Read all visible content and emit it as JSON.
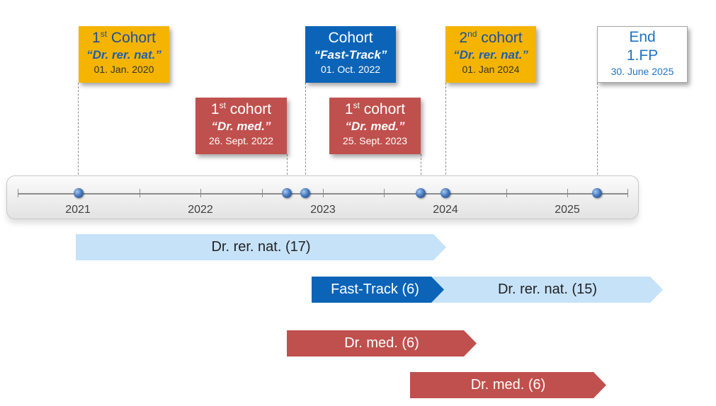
{
  "cards": [
    {
      "line1": "1",
      "sup": "st",
      "line1_rest": " Cohort",
      "line2": "“Dr. rer. nat.”",
      "line3": "01. Jan.  2020"
    },
    {
      "line1": "Cohort",
      "line2": "“Fast-Track”",
      "line3": "01. Oct. 2022"
    },
    {
      "line1": "2",
      "sup": "nd",
      "line1_rest": " cohort",
      "line2": "“Dr. rer. nat.”",
      "line3": "01. Jan 2024"
    },
    {
      "line1": "End",
      "line2": "1.FP",
      "line3": "30. June 2025"
    },
    {
      "line1": "1",
      "sup": "st",
      "line1_rest": " cohort",
      "line2": "“Dr. med.”",
      "line3": "26. Sept. 2022"
    },
    {
      "line1": "1",
      "sup": "st",
      "line1_rest": " cohort",
      "line2": "“Dr. med.”",
      "line3": "25. Sept. 2023"
    }
  ],
  "timeline": {
    "years": [
      "2021",
      "2022",
      "2023",
      "2024",
      "2025"
    ]
  },
  "bars": [
    {
      "label": "Dr. rer. nat. (17)"
    },
    {
      "label": "Fast-Track (6)"
    },
    {
      "label": "Dr. rer. nat. (15)"
    },
    {
      "label": "Dr. med. (6)"
    },
    {
      "label": "Dr. med. (6)"
    }
  ],
  "colors": {
    "yellow": "#f5b400",
    "blue": "#0b64b8",
    "red": "#c0504d",
    "light_blue": "#c6e2f8"
  }
}
